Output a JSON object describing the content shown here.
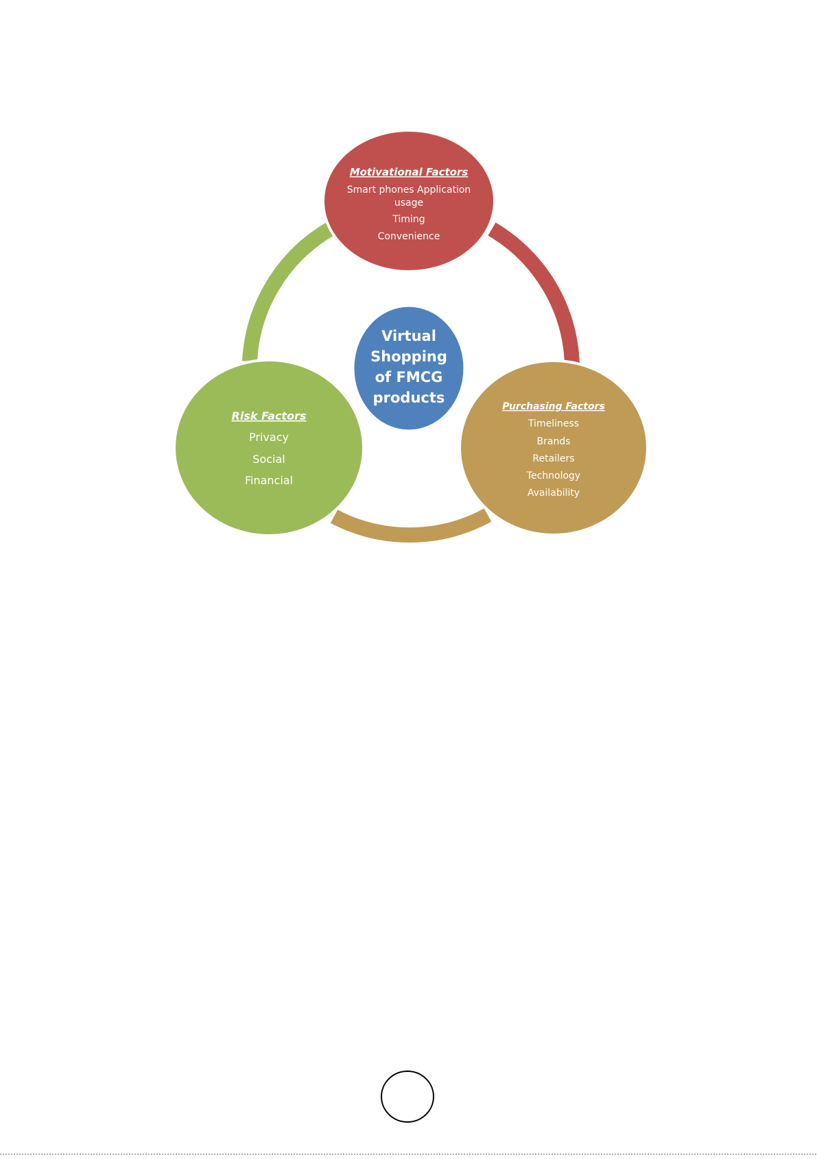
{
  "diagram": {
    "center": {
      "lines": [
        "Virtual",
        "Shopping",
        "of FMCG",
        "products"
      ],
      "color": "#4F81BD"
    },
    "nodes": [
      {
        "id": "motivational",
        "title": "Motivational Factors",
        "items": [
          "Smart phones Application",
          "usage",
          "Timing",
          "Convenience"
        ],
        "color": "#C0504D"
      },
      {
        "id": "purchasing",
        "title": "Purchasing Factors",
        "items": [
          "Timeliness",
          "Brands",
          "Retailers",
          "Technology",
          "Availability"
        ],
        "color": "#BF9B55"
      },
      {
        "id": "risk",
        "title": "Risk Factors",
        "items": [
          "Privacy",
          "Social",
          "Financial"
        ],
        "color": "#9BBB59"
      }
    ],
    "arrow_colors": {
      "motivational_to_purchasing": "#C0504D",
      "purchasing_to_risk": "#BF9B55",
      "risk_to_motivational": "#9BBB59"
    }
  },
  "footer": {
    "page_number": ""
  }
}
